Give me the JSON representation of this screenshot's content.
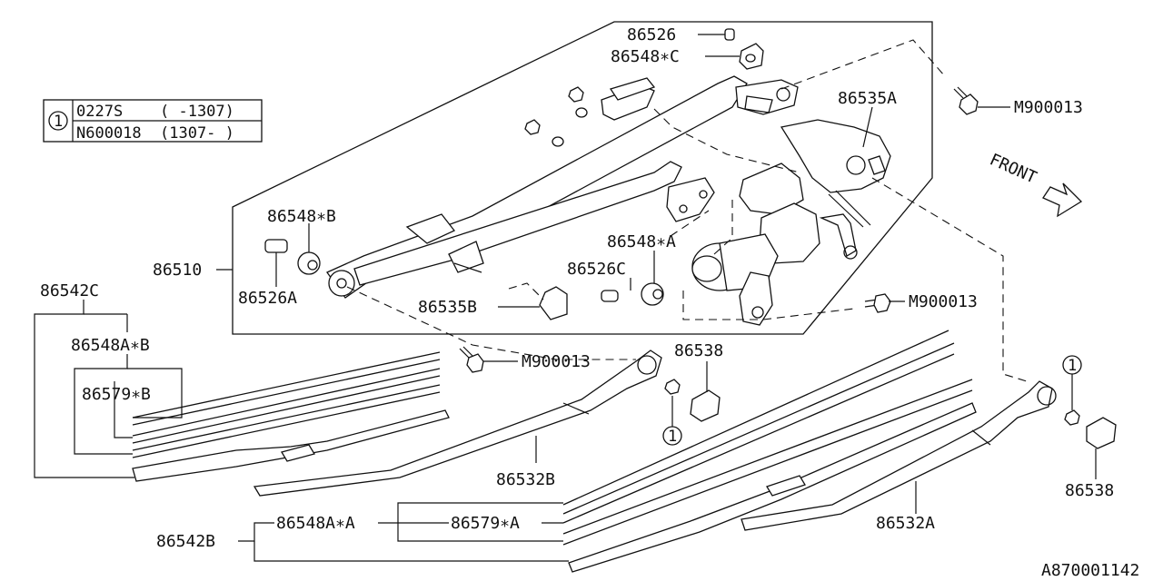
{
  "legend": {
    "ref_number": "1",
    "rows": [
      {
        "part": "0227S",
        "range": "(   -1307)"
      },
      {
        "part": "N600018",
        "range": "(1307-  )"
      }
    ]
  },
  "front_label": "FRONT",
  "diagram_id": "A870001142",
  "callout_number": "1",
  "labels": {
    "p86526": "86526",
    "p86548C": "86548∗C",
    "p86535A": "86535A",
    "m900013_top": "M900013",
    "p86548B": "86548∗B",
    "p86510": "86510",
    "p86526A": "86526A",
    "p86548A": "86548∗A",
    "p86526C": "86526C",
    "p86535B": "86535B",
    "m900013_mid": "M900013",
    "m900013_low": "M900013",
    "p86542C": "86542C",
    "p86548AB": "86548A∗B",
    "p86579B": "86579∗B",
    "p86538_left": "86538",
    "p86532B": "86532B",
    "p86538_right": "86538",
    "p86532A": "86532A",
    "p86548AA": "86548A∗A",
    "p86579A": "86579∗A",
    "p86542B": "86542B"
  }
}
